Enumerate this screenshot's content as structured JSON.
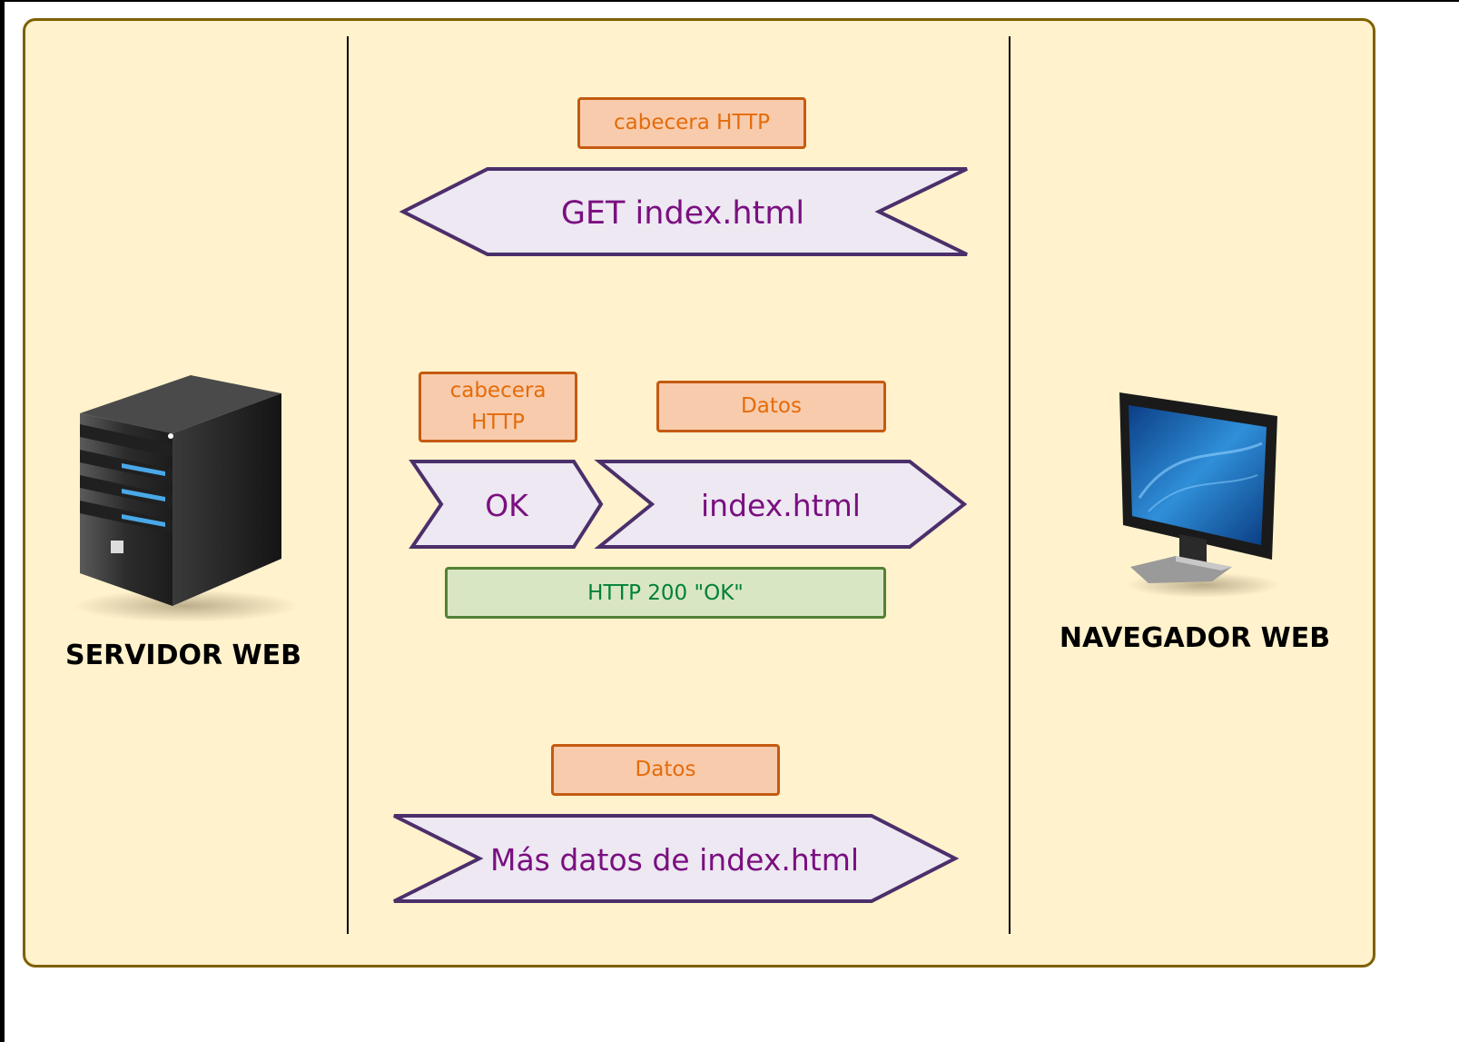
{
  "server": {
    "label": "SERVIDOR WEB",
    "icon": "server-tower-icon"
  },
  "browser": {
    "label": "NAVEGADOR WEB",
    "icon": "monitor-icon"
  },
  "request": {
    "header_tag": "cabecera HTTP",
    "message": "GET index.html"
  },
  "response": {
    "header_tag": "cabecera HTTP",
    "data_tag": "Datos",
    "status_message": "OK",
    "body_message": "index.html",
    "status_note": "HTTP 200 \"OK\""
  },
  "more": {
    "data_tag": "Datos",
    "message": "Más datos de index.html"
  },
  "colors": {
    "panel_bg": "#fff2cc",
    "panel_border": "#7f6000",
    "tag_bg": "#f8cbad",
    "tag_border": "#c55a11",
    "tag_text": "#e46c0a",
    "status_bg": "#d9e6c3",
    "status_text": "#00803a",
    "arrow_fill": "#ede8f2",
    "arrow_stroke": "#4b2f6b",
    "arrow_text": "#7a0f80"
  }
}
